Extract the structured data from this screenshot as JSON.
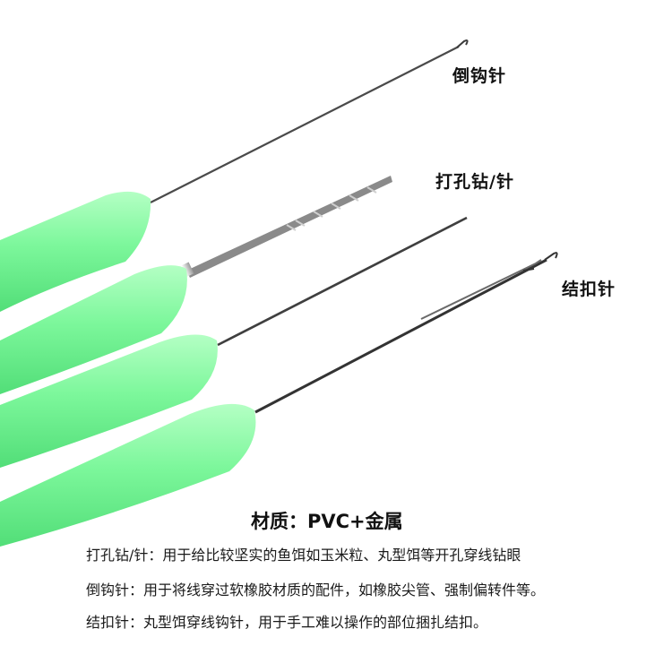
{
  "labels": {
    "hook_needle": "倒钩针",
    "drill_needle": "打孔钻/针",
    "knot_needle": "结扣针"
  },
  "material": "材质：PVC+金属",
  "descriptions": [
    "打孔钻/针：用于给比较坚实的鱼饵如玉米粒、丸型饵等开孔穿线钻眼",
    "倒钩针：用于将线穿过软橡胶材质的配件，如橡胶尖管、强制偏转件等。",
    "结扣针：丸型饵穿线钩针，用于手工难以操作的部位捆扎结扣。"
  ],
  "colors": {
    "handle": "#7cf79b",
    "handle_light": "#b4ffc4",
    "handle_dark": "#4fdc75",
    "metal": "#4a4a4a",
    "metal_light": "#9a9a9a"
  }
}
